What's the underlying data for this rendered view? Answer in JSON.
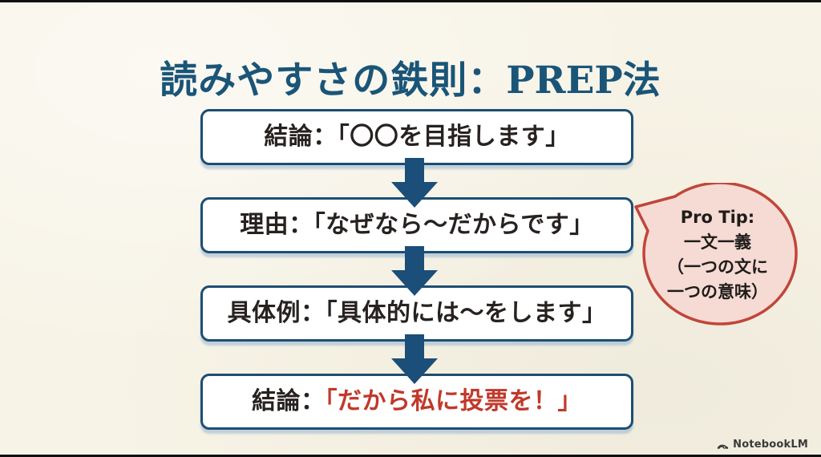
{
  "slide": {
    "title": {
      "prefix": "読みやすさの鉄則：",
      "latin": "PREP",
      "suffix": "法"
    },
    "steps": [
      {
        "label": "結論：",
        "quote": "「〇〇を目指します」",
        "emphasis": "none"
      },
      {
        "label": "理由：",
        "quote": "「なぜなら〜だからです」",
        "emphasis": "none"
      },
      {
        "label": "具体例：",
        "quote": "「具体的には〜をします」",
        "emphasis": "none"
      },
      {
        "label": "結論：",
        "quote": "「だから私に投票を！」",
        "emphasis": "red"
      }
    ],
    "pro_tip": {
      "lines": [
        "Pro Tip:",
        "一文一義",
        "（一つの文に",
        "一つの意味）"
      ]
    },
    "watermark": {
      "label": "NotebookLM"
    },
    "colors": {
      "background": "#f7f3e6",
      "title_blue": "#1a5578",
      "box_border_navy": "#1d4e74",
      "arrow_navy": "#1b4e78",
      "step_text": "#272220",
      "highlight_red": "#c0392b",
      "bubble_fill": "#f5dbd4",
      "bubble_border": "#c1453a"
    }
  }
}
